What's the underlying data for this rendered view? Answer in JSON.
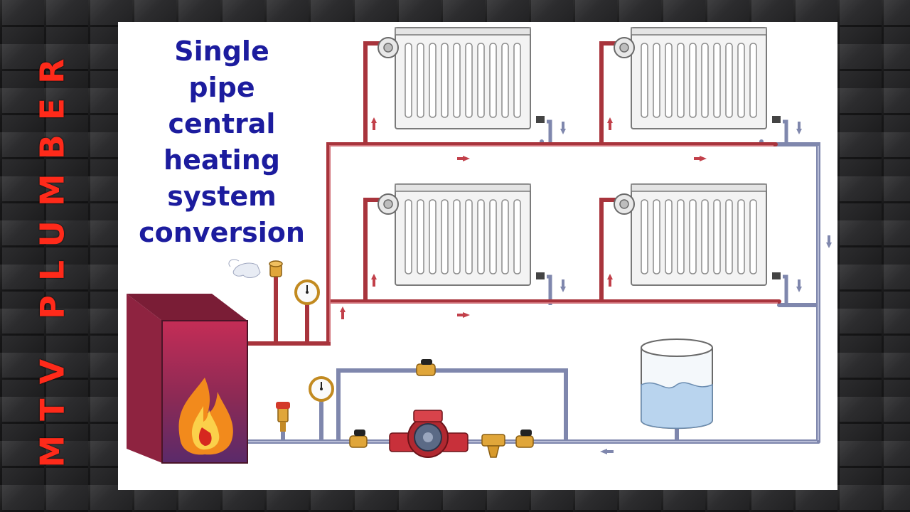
{
  "branding": {
    "channel_name": "MTV PLUMBER",
    "color": "#ff2a1a"
  },
  "title": {
    "lines": [
      "Single",
      "pipe",
      "central",
      "heating",
      "system",
      "conversion"
    ],
    "color": "#1c1c9e"
  },
  "colors": {
    "supply_pipe": "#a8343c",
    "return_pipe": "#8c93b6",
    "radiator": "#f3f3f3",
    "boiler": "#b8264e",
    "flame": "#f28a1c",
    "tank_water": "#b9d4ee",
    "pump": "#c8303a",
    "brass": "#e0a63a"
  },
  "icons": [
    "radiator-icon",
    "boiler-icon",
    "flame-icon",
    "pump-icon",
    "expansion-tank-icon",
    "pressure-gauge-icon",
    "ball-valve-icon",
    "strainer-icon",
    "air-vent-icon",
    "safety-valve-icon"
  ]
}
